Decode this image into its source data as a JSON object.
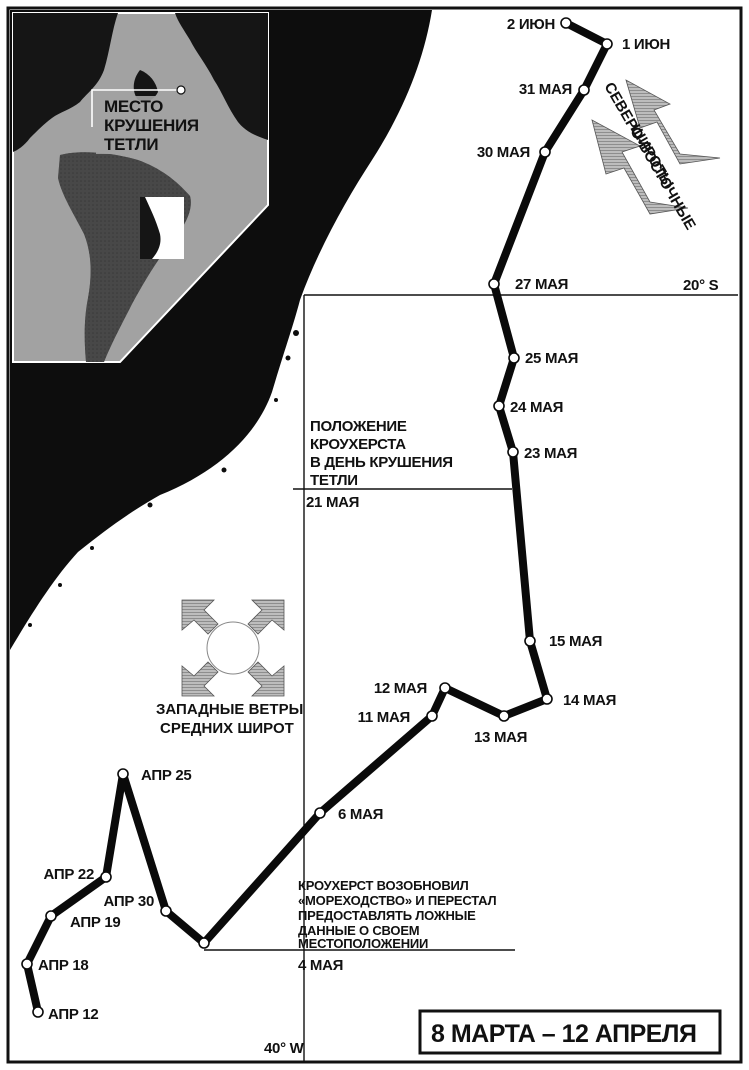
{
  "title": "8 МАРТА – 12 АПРЕЛЯ",
  "inset": {
    "label_lines": [
      "МЕСТО",
      "КРУШЕНИЯ",
      "ТЕТЛИ"
    ]
  },
  "grid": {
    "lat_label": "20° S",
    "lon_label": "40° W"
  },
  "winds": {
    "trade": [
      "СЕВЕРО-ВОСТОЧНЫЕ",
      "ШИРОТЫ"
    ],
    "westerlies": [
      "ЗАПАДНЫЕ ВЕТРЫ",
      "СРЕДНИХ ШИРОТ"
    ]
  },
  "notes": {
    "position": [
      "ПОЛОЖЕНИЕ",
      "КРОУХЕРСТА",
      "В ДЕНЬ КРУШЕНИЯ",
      "ТЕТЛИ"
    ],
    "resume": [
      "КРОУХЕРСТ ВОЗОБНОВИЛ",
      "«МОРЕХОДСТВО» И ПЕРЕСТАЛ",
      "ПРЕДОСТАВЛЯТЬ ЛОЖНЫЕ",
      "ДАННЫЕ О СВОЕМ",
      "МЕСТОПОЛОЖЕНИИ"
    ]
  },
  "route": [
    {
      "label": "АПР 12"
    },
    {
      "label": "АПР 18"
    },
    {
      "label": "АПР 19"
    },
    {
      "label": "АПР 22"
    },
    {
      "label": "АПР 25"
    },
    {
      "label": "АПР 30"
    },
    {
      "label": "4 МАЯ"
    },
    {
      "label": "6 МАЯ"
    },
    {
      "label": "11 МАЯ"
    },
    {
      "label": "12 МАЯ"
    },
    {
      "label": "13 МАЯ"
    },
    {
      "label": "14 МАЯ"
    },
    {
      "label": "15 МАЯ"
    },
    {
      "label": "21 МАЯ"
    },
    {
      "label": "23 МАЯ"
    },
    {
      "label": "24 МАЯ"
    },
    {
      "label": "25 МАЯ"
    },
    {
      "label": "27 МАЯ"
    },
    {
      "label": "30 МАЯ"
    },
    {
      "label": "31 МАЯ"
    },
    {
      "label": "1 ИЮН"
    },
    {
      "label": "2 ИЮН"
    }
  ]
}
